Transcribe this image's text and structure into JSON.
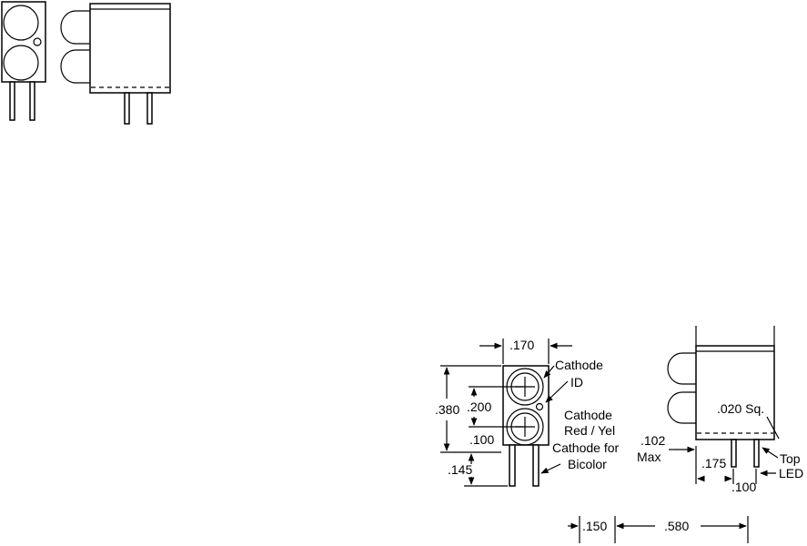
{
  "labels": {
    "dim_170": ".170",
    "dim_380": ".380",
    "dim_200": ".200",
    "dim_100_left": ".100",
    "dim_145": ".145",
    "cathode_id_line1": "Cathode",
    "cathode_id_line2": "ID",
    "cathode_note_line1": "Cathode",
    "cathode_note_line2": "Red / Yel",
    "cathode_note_line3": "Cathode for",
    "cathode_note_line4": "Bicolor",
    "dim_020_sq": ".020 Sq.",
    "dim_102": ".102",
    "max": "Max",
    "dim_175": ".175",
    "dim_100_right": ".100",
    "top": "Top",
    "led": "LED",
    "dim_150": ".150",
    "dim_580": ".580"
  }
}
